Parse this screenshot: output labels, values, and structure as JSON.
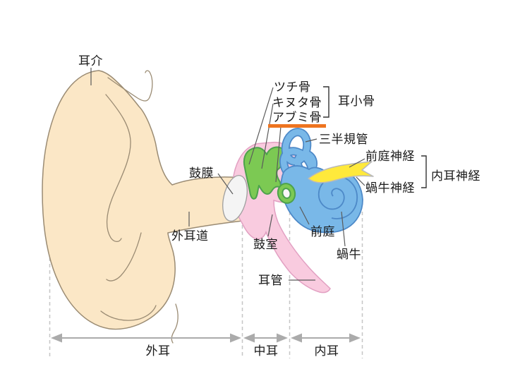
{
  "labels": {
    "auricle": "耳介",
    "malleus": "ツチ骨",
    "incus": "キヌタ骨",
    "stapes": "アブミ骨",
    "ossicles": "耳小骨",
    "semicircular_canals": "三半規管",
    "vestibular_nerve": "前庭神経",
    "cochlear_nerve": "蝸牛神経",
    "vestibulocochlear_nerve": "内耳神経",
    "eardrum": "鼓膜",
    "ear_canal": "外耳道",
    "tympanic_cavity": "鼓室",
    "vestibule": "前庭",
    "cochlea": "蝸牛",
    "eustachian_tube": "耳管"
  },
  "regions": {
    "outer_ear": "外耳",
    "middle_ear": "中耳",
    "inner_ear": "内耳"
  },
  "colors": {
    "skin": "#FBE7C6",
    "skin_outline": "#9A8B73",
    "middle_ear": "#F9CBDF",
    "middle_ear_outline": "#E2A0C2",
    "ossicles": "#7CC953",
    "ossicles_outline": "#4DA24D",
    "stapes_hole": "#FAF6F8",
    "inner_ear": "#79B8E8",
    "inner_ear_outline": "#4D89C8",
    "nerve": "#FFE93B",
    "nerve_outline": "#B9B9B9",
    "eardrum": "#F4F4F4",
    "eardrum_outline": "#9E9E9E",
    "underline": "#EE7420",
    "leader": "#5A5A5A",
    "bracket": "#333333",
    "measure": "#ABABAB",
    "dashed": "#C6C6C6",
    "text": "#1A1A1A"
  }
}
